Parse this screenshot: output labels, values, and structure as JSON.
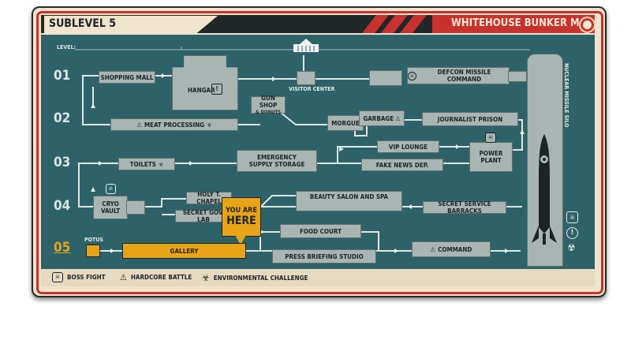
{
  "header": {
    "sublevel": "SUBLEVEL 5",
    "map_title": "WHITEHOUSE BUNKER MAP",
    "level_label": "LEVEL:"
  },
  "levels": [
    "01",
    "02",
    "03",
    "04",
    "05"
  ],
  "current_level": "05",
  "rooms": {
    "shopping_mall": "SHOPPING MALL",
    "hangar": "HANGAR",
    "visitor_center": "VISITOR CENTER",
    "defcon": "DEFCON MISSILE COMMAND",
    "nuclear_silo": "NUCLEAR MISSILE SILO",
    "gun_shop_1": "GUN SHOP",
    "gun_shop_2": "& DONUTS",
    "meat_processing": "MEAT PROCESSING",
    "morgue": "MORGUE",
    "garbage": "GARBAGE",
    "journalist_prison": "JOURNALIST PRISON",
    "toilets": "TOILETS",
    "emergency_1": "EMERGENCY",
    "emergency_2": "SUPPLY STORAGE",
    "vip_lounge": "VIP LOUNGE",
    "fake_news": "FAKE NEWS DEP.",
    "power_1": "POWER",
    "power_2": "PLANT",
    "cryo_1": "CRYO",
    "cryo_2": "VAULT",
    "holy_chapel": "HOLY T. CHAPEL",
    "secret_gov": "SECRET GOV. LAB",
    "beauty_salon": "BEAUTY SALON AND SPA",
    "secret_service": "SECRET SERVICE BARRACKS",
    "potus": "POTUS",
    "gallery": "GALLERY",
    "food_court": "FOOD COURT",
    "press_briefing": "PRESS BRIEFING STUDIO",
    "command": "COMMAND"
  },
  "you_are_here": [
    "YOU ARE",
    "HERE"
  ],
  "legend": {
    "boss": "BOSS FIGHT",
    "hardcore": "HARDCORE BATTLE",
    "environment": "ENVIRONMENTAL CHALLENGE"
  },
  "colors": {
    "panel": "#2e6269",
    "accent_red": "#c8312d",
    "highlight": "#e8a317",
    "room": "#a9b5b2"
  }
}
